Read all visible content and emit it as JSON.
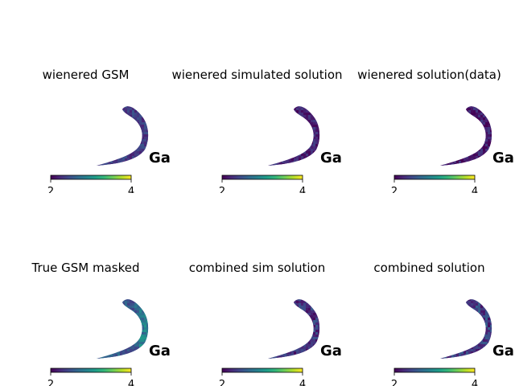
{
  "chart_data": [
    {
      "type": "heatmap",
      "title": "wienered GSM",
      "map_label": "Gala",
      "colorbar": {
        "ticks": [
          "2",
          "4"
        ],
        "range": [
          2,
          4
        ],
        "colormap": "viridis"
      },
      "mean_level": 2.35
    },
    {
      "type": "heatmap",
      "title": "wienered simulated solution",
      "map_label": "Gala",
      "colorbar": {
        "ticks": [
          "2",
          "4"
        ],
        "range": [
          2,
          4
        ],
        "colormap": "viridis"
      },
      "mean_level": 2.2
    },
    {
      "type": "heatmap",
      "title": "wienered solution(data)",
      "map_label": "Gala",
      "colorbar": {
        "ticks": [
          "2",
          "4"
        ],
        "range": [
          2,
          4
        ],
        "colormap": "viridis"
      },
      "mean_level": 2.15
    },
    {
      "type": "heatmap",
      "title": "True GSM masked",
      "map_label": "Gala",
      "colorbar": {
        "ticks": [
          "2",
          "4"
        ],
        "range": [
          2,
          4
        ],
        "colormap": "viridis"
      },
      "mean_level": 2.6
    },
    {
      "type": "heatmap",
      "title": "combined sim solution",
      "map_label": "Gala",
      "colorbar": {
        "ticks": [
          "2",
          "4"
        ],
        "range": [
          2,
          4
        ],
        "colormap": "viridis"
      },
      "mean_level": 2.3
    },
    {
      "type": "heatmap",
      "title": "combined solution",
      "map_label": "Gala",
      "colorbar": {
        "ticks": [
          "2",
          "4"
        ],
        "range": [
          2,
          4
        ],
        "colormap": "viridis"
      },
      "mean_level": 2.35
    }
  ]
}
